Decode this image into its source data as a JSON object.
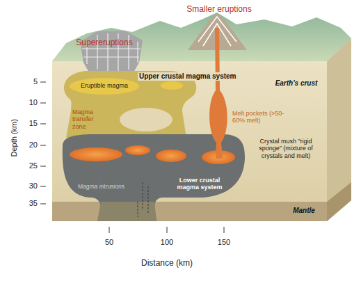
{
  "diagram": {
    "nodes": [
      {
        "text": [
          "Eruptible magma"
        ]
      }
    ],
    "labels": [
      "Supereruptions",
      "Smaller eruptions",
      "Upper crustal magma system",
      "Earth's crust",
      "Magma transfer zone",
      "Melt pockets (>50-60% melt)",
      "Crystal mush \"rigid sponge\" (mixture of crystals and melt)",
      "Lower crustal magma system",
      "Magma intrusions",
      "Mantle",
      "Depth (km)",
      "5",
      "10",
      "15",
      "20",
      "25",
      "30",
      "35",
      "50",
      "100",
      "150",
      "Distance (km)"
    ]
  }
}
